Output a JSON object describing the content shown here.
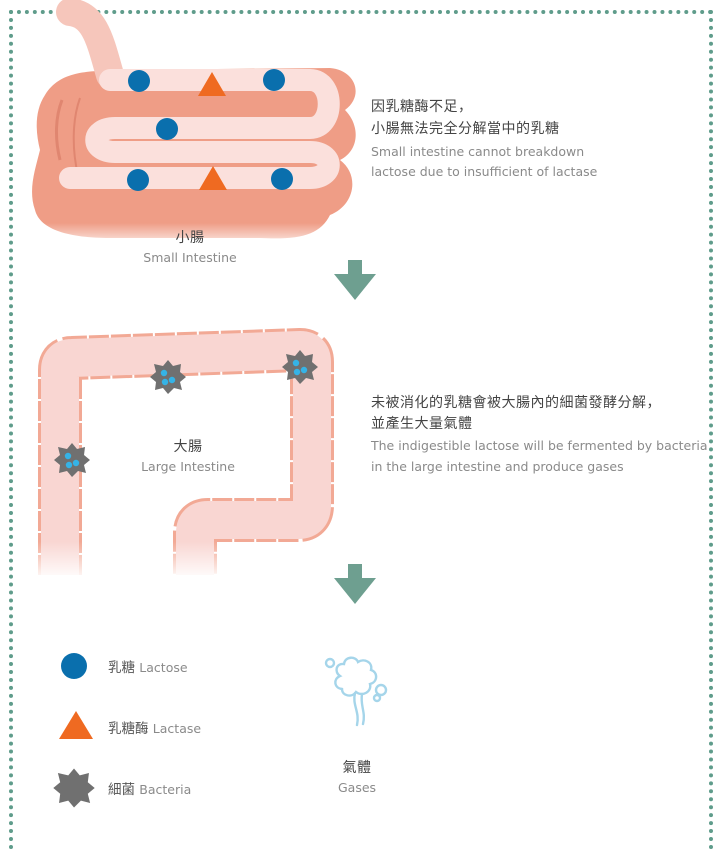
{
  "colors": {
    "border_dots": "#5f9c8b",
    "arrow": "#6e9f90",
    "lactose": "#0a6fad",
    "lactase": "#ef6a21",
    "bacteria": "#707070",
    "small_intestine_outer": "#ef9d86",
    "small_intestine_inner": "#fbe0dc",
    "large_intestine_fill": "#f9d6d2",
    "large_intestine_stroke": "#f2a995",
    "gas": "#a5d5ea"
  },
  "small_intestine": {
    "label_zh": "小腸",
    "label_en": "Small Intestine",
    "desc_zh_1": "因乳糖酶不足，",
    "desc_zh_2": "小腸無法完全分解當中的乳糖",
    "desc_en_1": "Small intestine cannot breakdown",
    "desc_en_2": "lactose due to insufficient of lactase"
  },
  "large_intestine": {
    "label_zh": "大腸",
    "label_en": "Large Intestine",
    "desc_zh_1": "未被消化的乳糖會被大腸內的細菌發酵分解，",
    "desc_zh_2": "並產生大量氣體",
    "desc_en_1": "The indigestible lactose will be fermented by bacteria",
    "desc_en_2": "in the large intestine and produce gases"
  },
  "legend": {
    "lactose_zh": "乳糖",
    "lactose_en": "Lactose",
    "lactase_zh": "乳糖酶",
    "lactase_en": "Lactase",
    "bacteria_zh": "細菌",
    "bacteria_en": "Bacteria",
    "gases_zh": "氣體",
    "gases_en": "Gases"
  },
  "icons": [
    "lactose-circle-icon",
    "lactase-triangle-icon",
    "bacteria-icon",
    "gas-bubbles-icon",
    "down-arrow-icon"
  ]
}
